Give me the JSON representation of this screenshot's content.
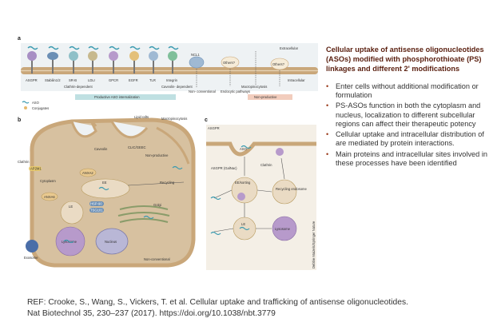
{
  "sidebar": {
    "title": "Cellular uptake of antisense oligonucleotides (ASOs) modified with phosphorothioate (PS) linkages and different 2' modifications",
    "bullets": [
      "Enter cells without additional modification or formulation",
      "PS-ASOs function in both the cytoplasm and nucleus, localization to different subcellular regions can affect their therapeutic potency",
      "Cellular uptake and intracellular distribution of are mediated by protein interactions.",
      "Main proteins and intracellular sites involved in these processes have been identified"
    ]
  },
  "reference": {
    "line1": "REF: Crooke, S., Wang, S., Vickers, T. et al. Cellular uptake and trafficking of antisense oligonucleotides.",
    "line2": "Nat Biotechnol 35, 230–237 (2017). https://doi.org/10.1038/nbt.3779"
  },
  "figure": {
    "panel_a": {
      "letter": "a",
      "extracellular": "Extracellular",
      "intracellular": "Intracellular",
      "receptors": [
        "ASGPR",
        "Stabilin1/2",
        "SR-B",
        "LDLr",
        "GPCR",
        "EGFR",
        "TLR",
        "Integrin"
      ],
      "ncl1": "NCL1",
      "others1": "Others?",
      "others2": "Others?",
      "clathrin_dependent": "Clathrin-dependent",
      "caveolin_dependent": "Caveolin-\ndependent",
      "non_conventional": "Non-\nconventional",
      "endocytic_pathways": "Endocytic\npathways",
      "macropinocytosis": "Macropinocytosis",
      "productive_bar": "Productive ASO internalization",
      "nonproductive_bar": "Non-productive",
      "legend_aso": "ASO",
      "legend_conjugates": "Conjugates"
    },
    "panel_b": {
      "letter": "b",
      "lipid_rafts": "Lipid rafts",
      "macropinocytosis": "Macropinocytosis",
      "clathrin": "Clathrin",
      "ap2m1": "AP2M1",
      "caveolin": "Caveolin",
      "clic_geec": "CLIC/GEEC",
      "non_productive": "Non-productive",
      "anxa2_top": "ANXA2",
      "ee": "EE",
      "cytoplasm": "Cytoplasm",
      "recycling": "Recycling",
      "anxa6": "ANXA6",
      "hsp90": "HSP-90",
      "tsg101": "TSG101",
      "le": "LE",
      "golgi": "Golgi",
      "lysosome": "Lysosome",
      "nucleus": "Nucleus",
      "exosome": "Exosome",
      "non_conventional": "Non-conventional"
    },
    "panel_c": {
      "letter": "c",
      "asgpr": "ASGPR",
      "aso": "ASO",
      "asgpr_galnac": "ASGPR\n(GalNac)",
      "clathrin": "Clathrin",
      "ee_sorting": "EE/sorting",
      "recycling_endosome": "Recycling\nendosome",
      "le": "LE",
      "lysosome": "Lysosome",
      "credit": "Debbie Maizels/Springer Nature"
    },
    "colors": {
      "membrane": "#c9a77a",
      "extracellular_bg": "#eef2f4",
      "productive_bar": "#bfe0e2",
      "nonproductive_bar": "#f2cdbd",
      "cell_body": "#d7c1a0",
      "lysosome": "#b79acb",
      "nucleus": "#b9b7d6",
      "aso": "#3a9ab0",
      "title_accent": "#5a1f0f"
    }
  }
}
